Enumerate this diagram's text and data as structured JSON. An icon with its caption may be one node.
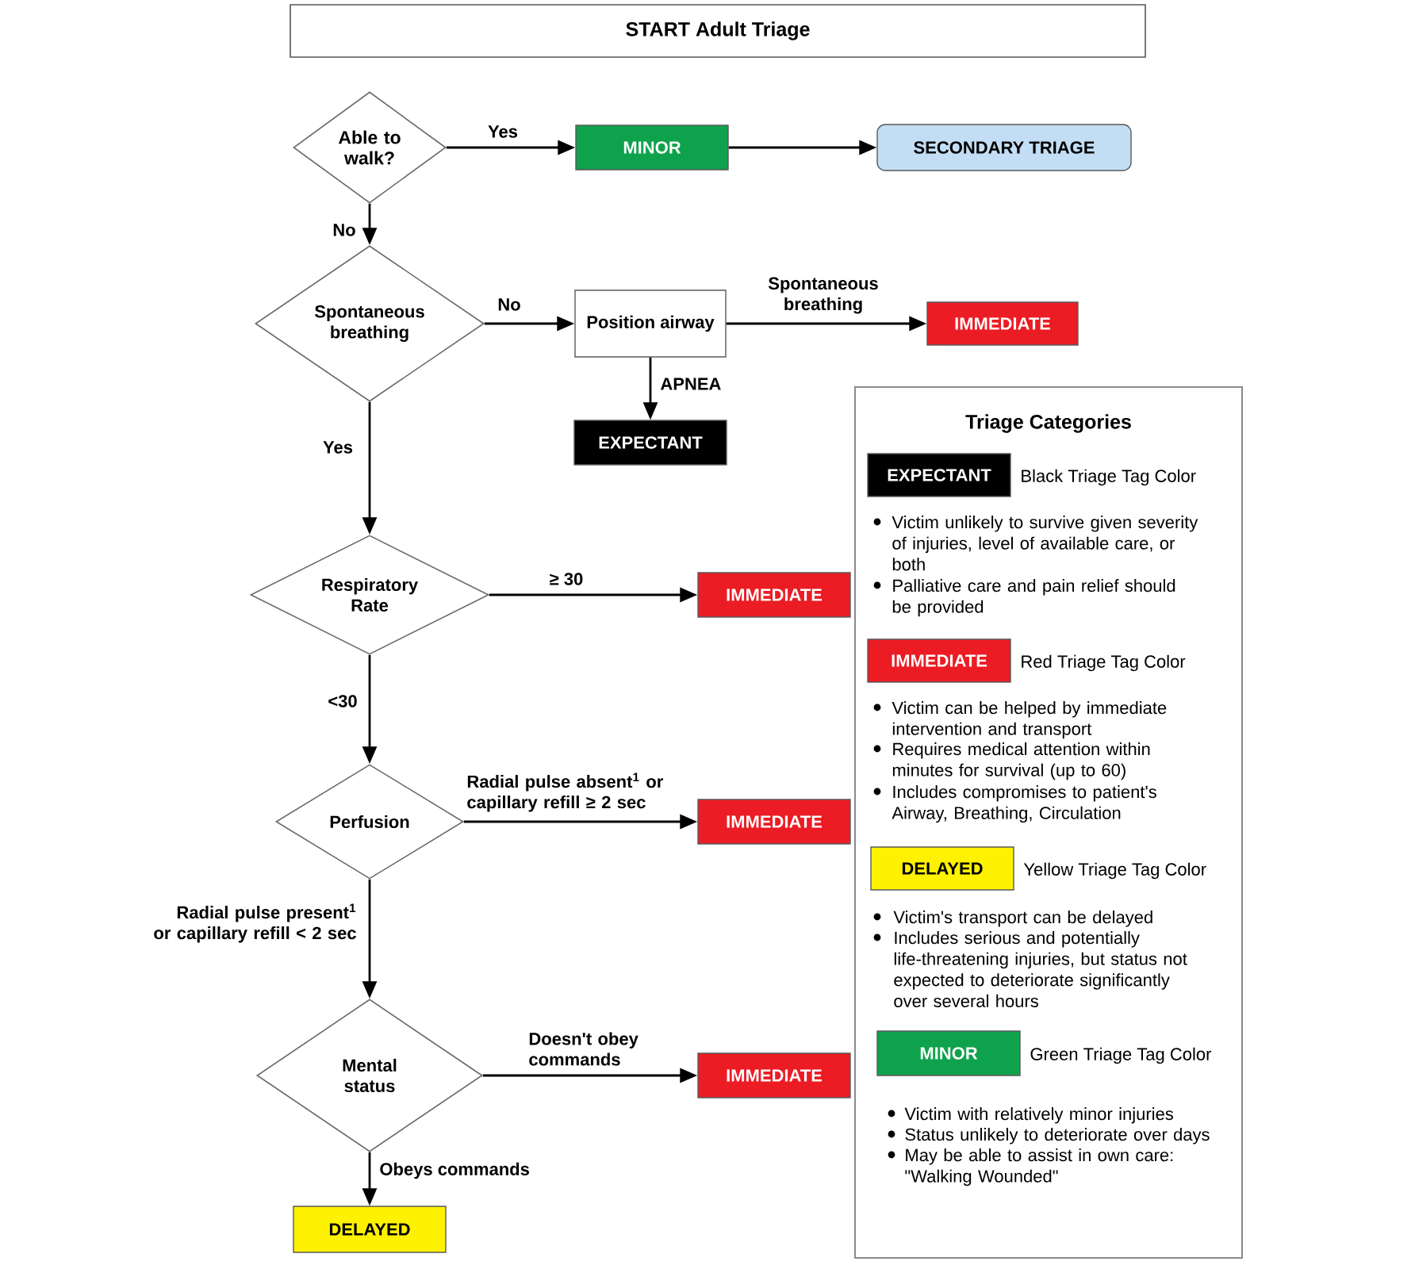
{
  "diagram": {
    "title": "START Adult Triage",
    "nodes": [
      {
        "text": [
          "Able to walk?"
        ]
      },
      {
        "text": [
          "MINOR"
        ]
      },
      {
        "text": [
          "SECONDARY TRIAGE"
        ]
      },
      {
        "text": [
          "Spontaneous breathing"
        ]
      },
      {
        "text": [
          "Position airway"
        ]
      },
      {
        "text": [
          "IMMEDIATE"
        ]
      },
      {
        "text": [
          "EXPECTANT"
        ]
      },
      {
        "text": [
          "Respiratory Rate"
        ]
      },
      {
        "text": [
          "IMMEDIATE"
        ]
      },
      {
        "text": [
          "Perfusion"
        ]
      },
      {
        "text": [
          "IMMEDIATE"
        ]
      },
      {
        "text": [
          "Mental status"
        ]
      },
      {
        "text": [
          "IMMEDIATE"
        ]
      },
      {
        "text": [
          "DELAYED"
        ]
      },
      {
        "text": [
          "Triage Categories"
        ]
      },
      {
        "text": [
          "EXPECTANT"
        ],
        "in": 14,
        "beside": [
          "Black Triage Tag Color"
        ]
      },
      {
        "text": [
          "IMMEDIATE"
        ],
        "in": 14,
        "beside": [
          "Red Triage Tag Color"
        ]
      },
      {
        "text": [
          "DELAYED"
        ],
        "in": 14,
        "beside": [
          "Yellow Triage Tag Color"
        ]
      },
      {
        "text": [
          "MINOR"
        ],
        "in": 14,
        "beside": [
          "Green Triage Tag Color"
        ]
      }
    ],
    "edges": [
      {
        "from": 0,
        "to": 1,
        "arrow": "to",
        "label": "Yes"
      },
      {
        "from": 1,
        "to": 2,
        "arrow": "to"
      },
      {
        "from": 0,
        "to": 3,
        "arrow": "to",
        "label": "No"
      },
      {
        "from": 3,
        "to": 4,
        "arrow": "to",
        "label": "No"
      },
      {
        "from": 4,
        "to": 5,
        "arrow": "to",
        "label": "Spontaneous breathing"
      },
      {
        "from": 4,
        "to": 6,
        "arrow": "to",
        "label": "APNEA"
      },
      {
        "from": 3,
        "to": 7,
        "arrow": "to",
        "label": "Yes"
      },
      {
        "from": 7,
        "to": 8,
        "arrow": "to",
        "label": "≥ 30"
      },
      {
        "from": 7,
        "to": 9,
        "arrow": "to",
        "label": "<30"
      },
      {
        "from": 9,
        "to": 10,
        "arrow": "to",
        "label": "Radial pulse absent$^{1}$ or capillary refill ≥ 2 sec"
      },
      {
        "from": 9,
        "to": 11,
        "arrow": "to",
        "label": "Radial pulse present$^{1}$ or capillary refill < 2 sec"
      },
      {
        "from": 11,
        "to": 12,
        "arrow": "to",
        "label": "Doesn't obey commands"
      },
      {
        "from": 11,
        "to": 13,
        "arrow": "to",
        "label": "Obeys commands"
      }
    ],
    "labels": [
      "Victim unlikely to survive given severity of injuries, level of available care, or both",
      "Palliative care and pain relief should be provided",
      "Victim can be helped by immediate intervention and transport",
      "Requires medical attention within minutes for survival (up to 60)",
      "Includes compromises to patient's Airway, Breathing, Circulation",
      "Victim's transport can be delayed",
      "Includes serious and potentially life-threatening injuries, but status not expected to deteriorate significantly over several hours",
      "Victim with relatively minor injuries",
      "Status unlikely to deteriorate over days",
      "May be able to assist in own care: \"Walking Wounded\""
    ]
  }
}
